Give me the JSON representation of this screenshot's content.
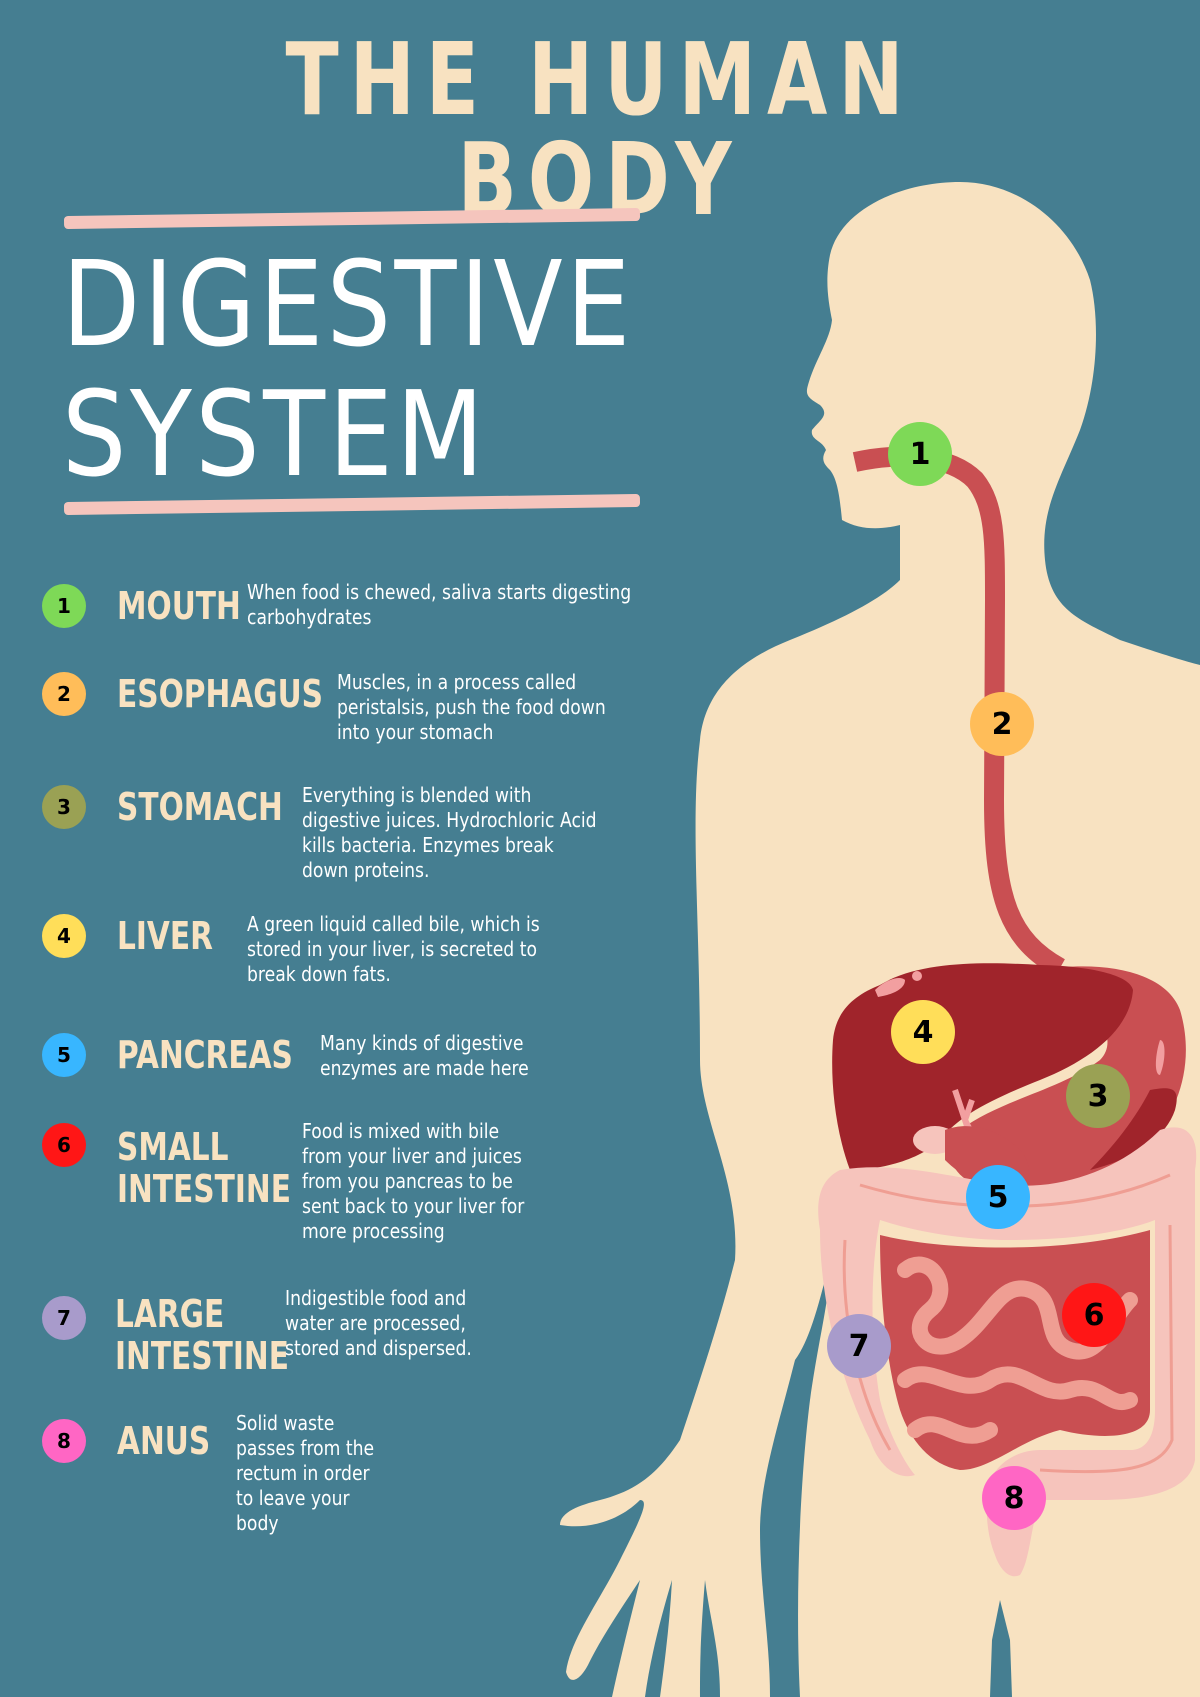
{
  "header": {
    "title": "THE HUMAN BODY",
    "subtitle_line1": "DIGESTIVE",
    "subtitle_line2": "SYSTEM"
  },
  "colors": {
    "background": "#457e91",
    "body": "#f8e2c1",
    "title": "#f8e2c1",
    "underline": "#f5c5bd",
    "esophagus": "#c94f52",
    "liver": "#a0242b",
    "stomach": "#c94f52",
    "intestine_light": "#f6c4bc",
    "intestine_mid": "#ef9e93",
    "intestine_dark": "#c94f52"
  },
  "items": [
    {
      "number": "1",
      "name": "MOUTH",
      "name_line2": "",
      "color": "#7ed957",
      "description": [
        "When food is chewed, saliva starts digesting",
        "carbohydrates"
      ]
    },
    {
      "number": "2",
      "name": "ESOPHAGUS",
      "name_line2": "",
      "color": "#ffbd59",
      "description": [
        "Muscles, in a process called",
        "peristalsis, push the food down",
        "into your stomach"
      ]
    },
    {
      "number": "3",
      "name": "STOMACH",
      "name_line2": "",
      "color": "#9aa154",
      "description": [
        "Everything is blended with",
        "digestive juices. Hydrochloric Acid",
        "kills bacteria. Enzymes break",
        "down proteins."
      ]
    },
    {
      "number": "4",
      "name": "LIVER",
      "name_line2": "",
      "color": "#ffde59",
      "description": [
        "A green liquid called bile, which is",
        "stored in your liver, is secreted to",
        "break down fats."
      ]
    },
    {
      "number": "5",
      "name": "PANCREAS",
      "name_line2": "",
      "color": "#38b6ff",
      "description": [
        "Many kinds of digestive",
        "enzymes are made here"
      ]
    },
    {
      "number": "6",
      "name": "SMALL",
      "name_line2": "INTESTINE",
      "color": "#ff1616",
      "description": [
        "Food is mixed with bile",
        "from your liver and juices",
        "from you pancreas to be",
        "sent back to your liver for",
        "more processing"
      ]
    },
    {
      "number": "7",
      "name": "LARGE",
      "name_line2": "INTESTINE",
      "color": "#a89bcb",
      "description": [
        "Indigestible food and",
        "water are processed,",
        "stored and dispersed."
      ]
    },
    {
      "number": "8",
      "name": "ANUS",
      "name_line2": "",
      "color": "#ff66c4",
      "description": [
        "Solid waste",
        "passes from the",
        "rectum in order",
        "to leave your",
        "body"
      ]
    }
  ],
  "markers": [
    {
      "number": "1",
      "label": "mouth"
    },
    {
      "number": "2",
      "label": "esophagus"
    },
    {
      "number": "3",
      "label": "stomach"
    },
    {
      "number": "4",
      "label": "liver"
    },
    {
      "number": "5",
      "label": "pancreas"
    },
    {
      "number": "6",
      "label": "small-intestine"
    },
    {
      "number": "7",
      "label": "large-intestine"
    },
    {
      "number": "8",
      "label": "anus"
    }
  ]
}
